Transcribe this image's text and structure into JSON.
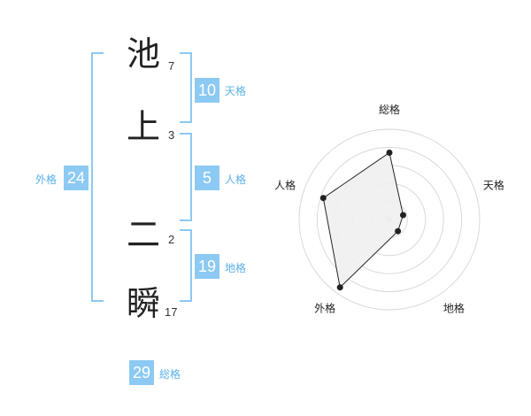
{
  "name": {
    "chars": [
      "池",
      "上",
      "二",
      "瞬"
    ],
    "strokes": [
      "7",
      "3",
      "2",
      "17"
    ]
  },
  "fortunes": {
    "ten": {
      "value": "10",
      "label": "天格"
    },
    "jin": {
      "value": "5",
      "label": "人格"
    },
    "chi": {
      "value": "19",
      "label": "地格"
    },
    "gai": {
      "value": "24",
      "label": "外格"
    },
    "sou": {
      "value": "29",
      "label": "総格"
    }
  },
  "chart_data": {
    "type": "radar",
    "axes": [
      "総格",
      "天格",
      "地格",
      "外格",
      "人格"
    ],
    "values": [
      0.74,
      0.16,
      0.16,
      0.93,
      0.77
    ],
    "rings": 5,
    "colors": {
      "ring": "#d9d9d9",
      "fill": "#efefef",
      "line": "#222222",
      "point": "#222222",
      "center": "#cccccc"
    }
  }
}
